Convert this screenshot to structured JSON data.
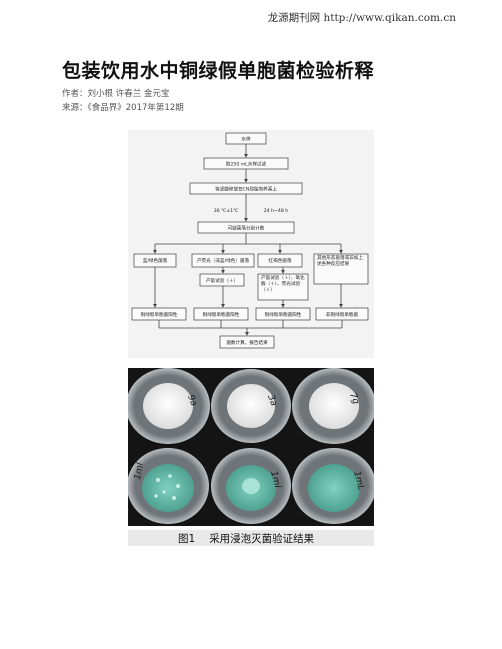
{
  "header": {
    "source_url": "龙源期刊网 http://www.qikan.com.cn"
  },
  "article": {
    "title": "包装饮用水中铜绿假单胞菌检验析释",
    "authors": "作者：刘小根 许春兰 金元宝",
    "source": "来源：《食品界》2017年第12期"
  },
  "flowchart": {
    "start": "水样",
    "filter": "取250 mL水样过滤",
    "culture": "将滤膜移放在CN琼脂培养基上",
    "temp": "36 ℃±1℃",
    "time": "24 h~48 h",
    "count": "可疑菌落分别计数",
    "branches": [
      {
        "colony": "蓝/绿色菌落",
        "test": "",
        "result": "铜绿假单胞菌阳性"
      },
      {
        "colony": "产荧光（非蓝/绿色）菌落",
        "test": "产氨试验（＋）",
        "result": "铜绿假单胞菌阳性"
      },
      {
        "colony": "红褐色菌落",
        "test": "产氨试验（＋）、氧化酶（＋）、荧光试验（＋）",
        "result": "铜绿假单胞菌阳性"
      },
      {
        "colony": "其他形态菌落或非如上述各种反应结果",
        "test": "",
        "result": "非铜绿假单胞菌"
      }
    ],
    "final": "菌数计算，报告结果"
  },
  "photo": {
    "dish_labels": [
      "9a",
      "3a",
      "7g",
      "1ml",
      "1ml",
      "1mL"
    ]
  },
  "caption": {
    "number": "图1",
    "text": "采用浸泡灭菌验证结果"
  }
}
